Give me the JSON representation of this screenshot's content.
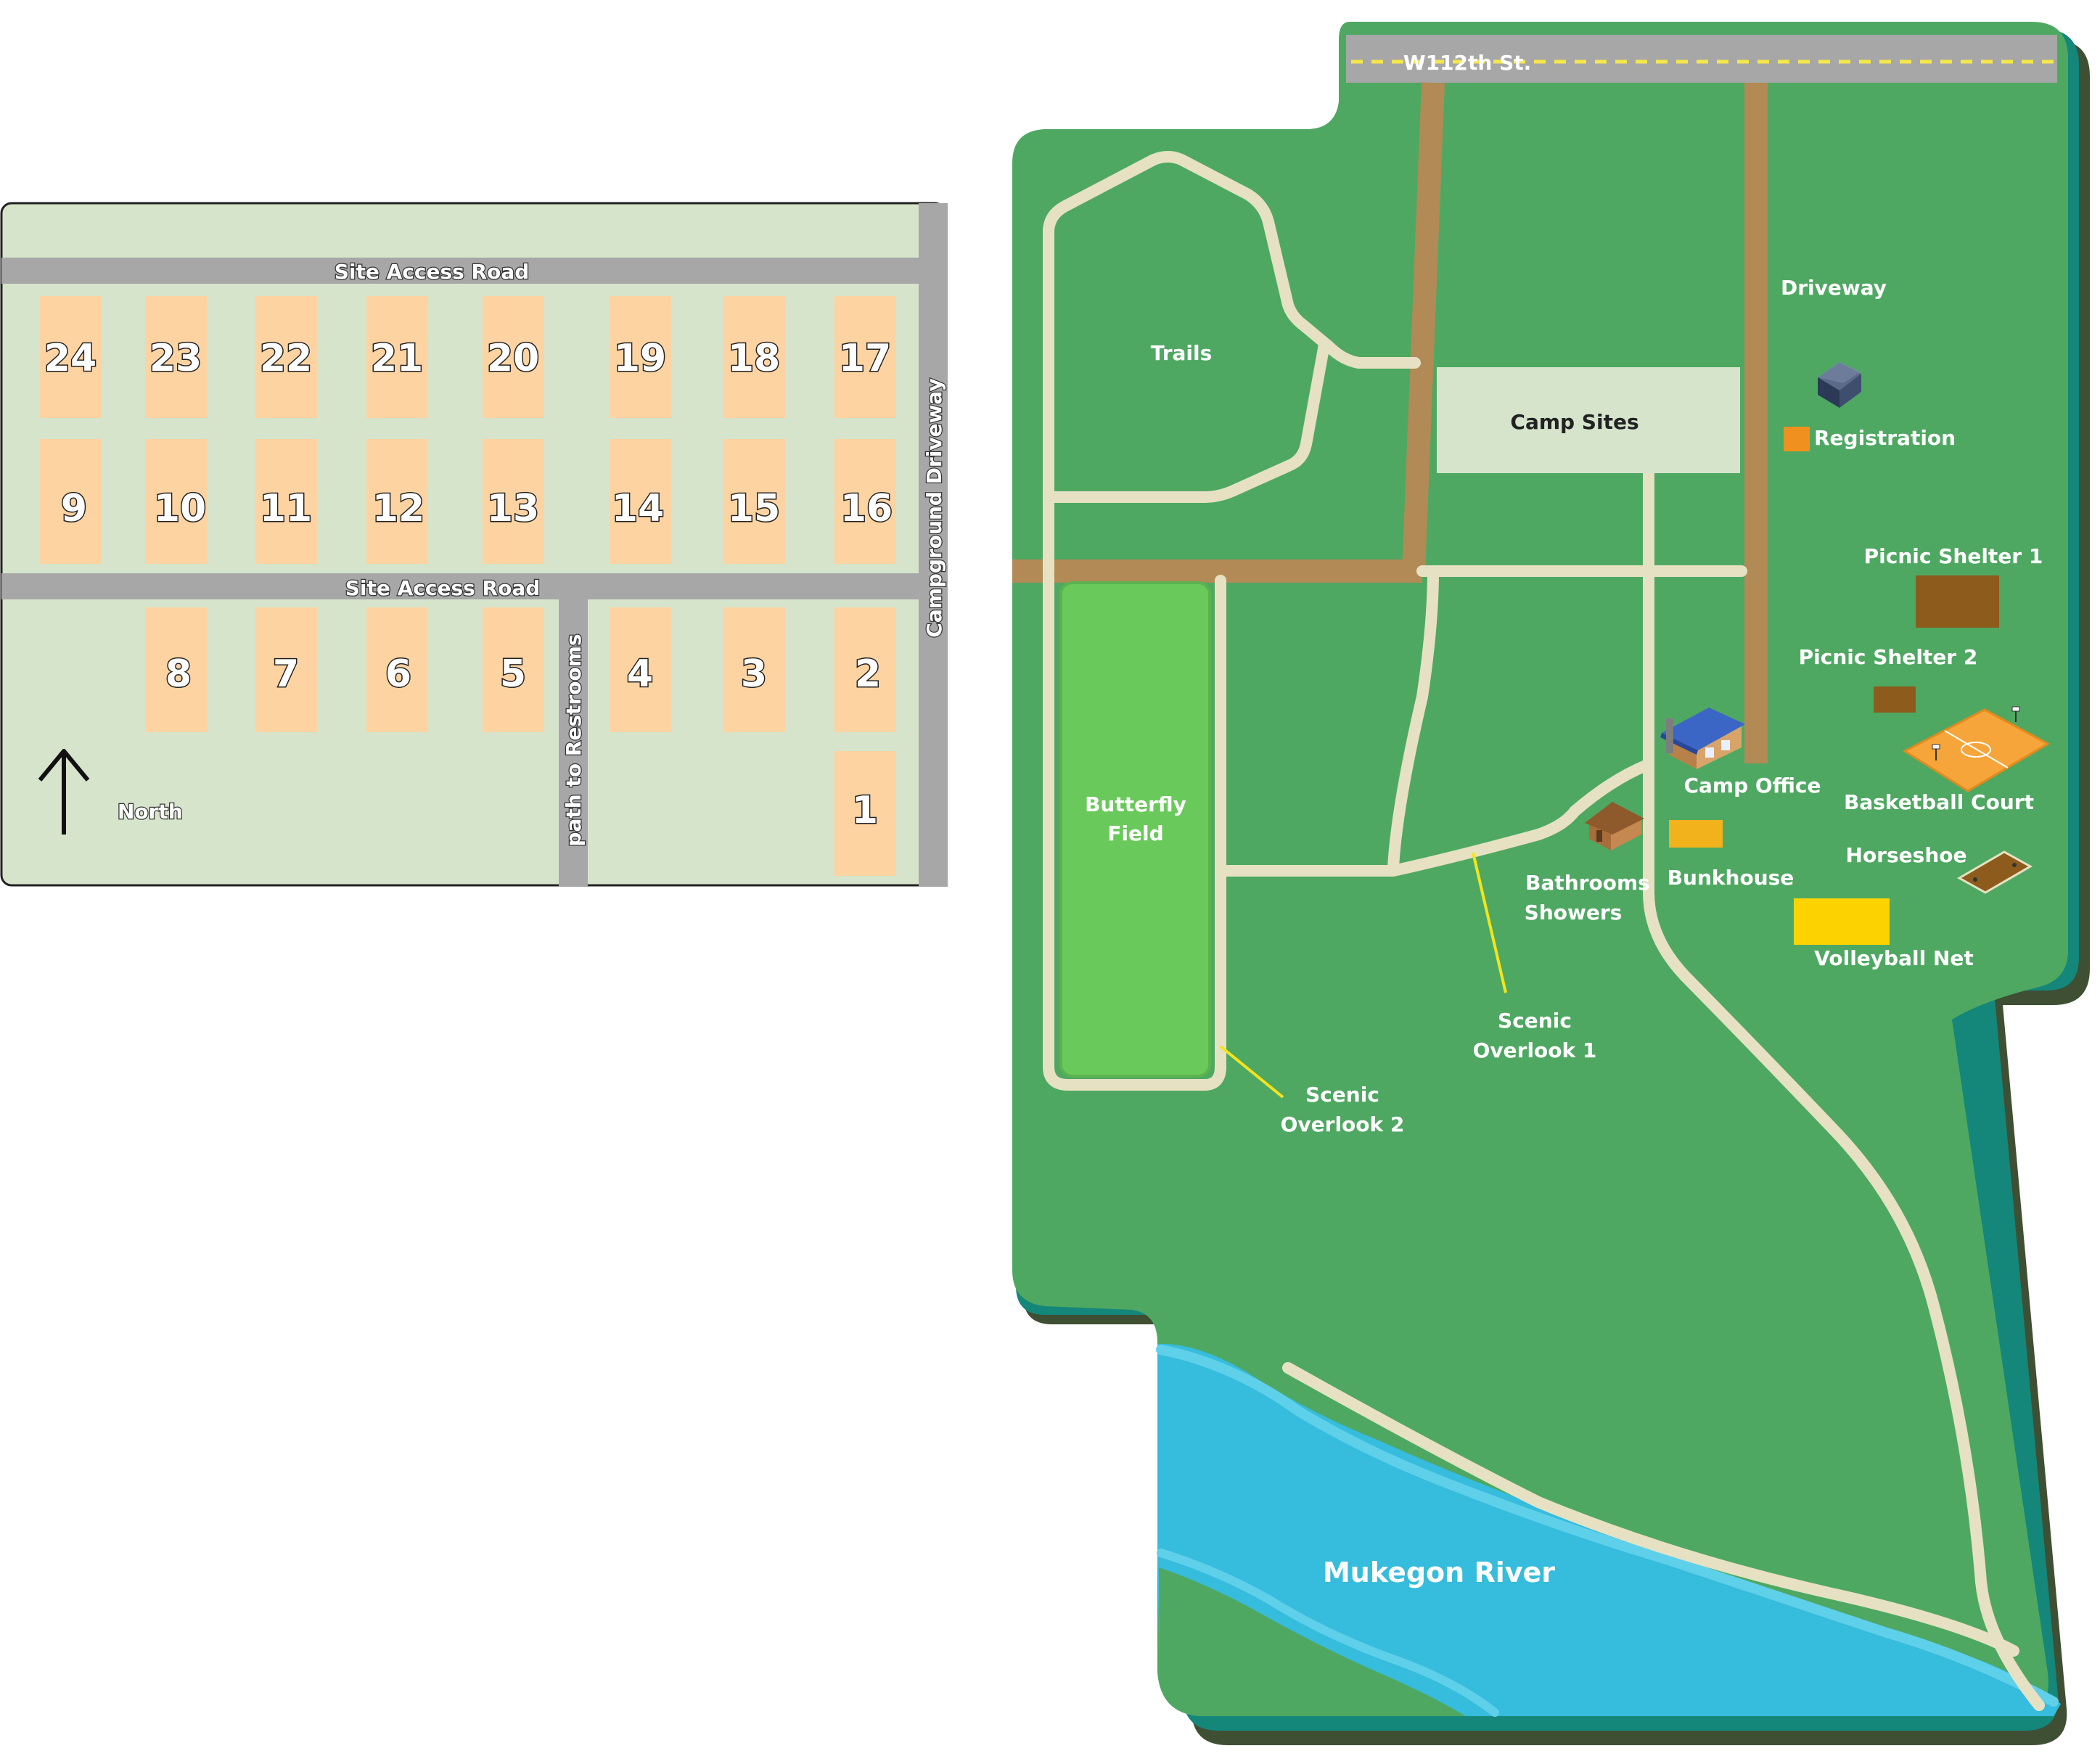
{
  "colors": {
    "page_bg": "#ffffff",
    "park_green": "#4fa862",
    "park_shadow_dark": "#3f4f33",
    "park_shadow_teal": "#14867a",
    "path_cream": "#e6e1c3",
    "driveway_brown": "#b18a55",
    "road_gray": "#a7a7a7",
    "road_center_line": "#f4e84a",
    "field_green": "#6ac95b",
    "river_blue": "#36bcdc",
    "river_foam": "#5fd0ea",
    "campsite_panel": "#d6e4cc",
    "site_fill": "#fdd3a2",
    "registration": "#f0901e",
    "picnic_shelter": "#8d5c1d",
    "bunkhouse": "#f2b21c",
    "volleyball_net": "#fcd300",
    "basketball_court": "#f6a53a",
    "pointer_line": "#f4e41c"
  },
  "site_plan": {
    "road_top": "Site Access Road",
    "road_middle": "Site Access Road",
    "driveway": "Campground Driveway",
    "path": "path to Restrooms",
    "north": "North",
    "north_icon": "arrow-up-icon",
    "sites_row1": [
      "24",
      "23",
      "22",
      "21",
      "20",
      "19",
      "18",
      "17"
    ],
    "sites_row2": [
      "9",
      "10",
      "11",
      "12",
      "13",
      "14",
      "15",
      "16"
    ],
    "sites_row3": [
      "8",
      "7",
      "6",
      "5",
      "4",
      "3",
      "2"
    ],
    "site_last": "1"
  },
  "park_map": {
    "street": "W112th St.",
    "driveway": "Driveway",
    "trails": "Trails",
    "camp_sites": "Camp Sites",
    "registration": "Registration",
    "picnic_shelter_1": "Picnic Shelter 1",
    "picnic_shelter_2": "Picnic Shelter 2",
    "camp_office": "Camp Office",
    "basketball_court": "Basketball Court",
    "horseshoe": "Horseshoe",
    "bunkhouse": "Bunkhouse",
    "bathrooms_line1": "Bathrooms",
    "bathrooms_line2": "Showers",
    "volleyball_net": "Volleyball Net",
    "butterfly_line1": "Butterfly",
    "butterfly_line2": "Field",
    "scenic1_line1": "Scenic",
    "scenic1_line2": "Overlook 1",
    "scenic2_line1": "Scenic",
    "scenic2_line2": "Overlook 2",
    "river": "Mukegon River",
    "icons": [
      "dumpster-icon",
      "house-icon",
      "cabin-icon",
      "basketball-court-icon",
      "horseshoe-pit-icon"
    ]
  }
}
